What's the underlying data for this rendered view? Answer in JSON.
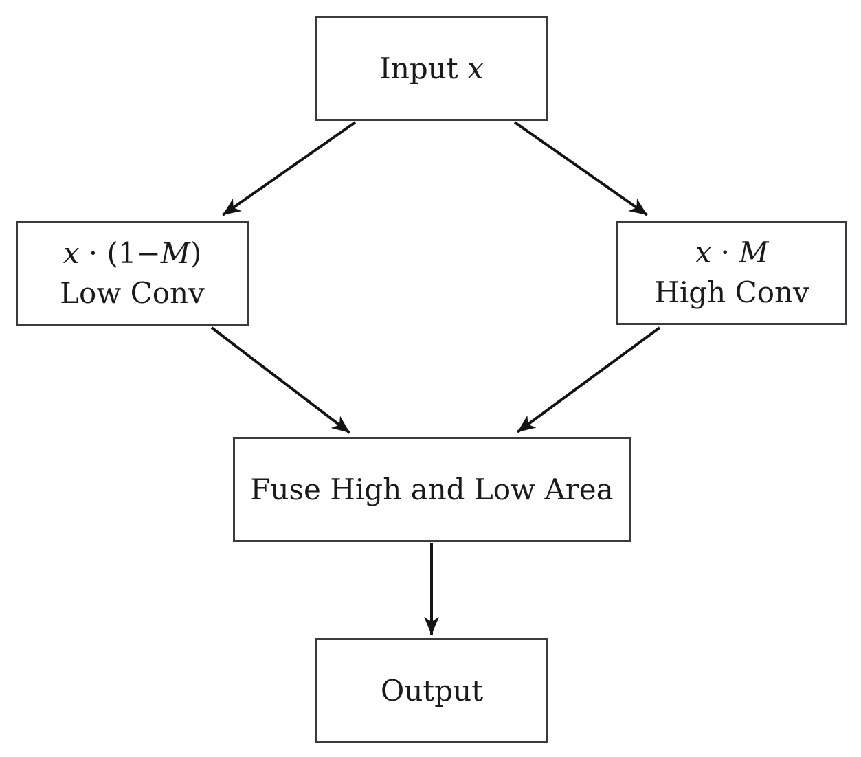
{
  "diagram": {
    "background_color": "#ffffff",
    "box_border_color": "#3b3b3b",
    "arrow_color": "#141414",
    "nodes": {
      "input": {
        "plain": "Input",
        "math": "x"
      },
      "low": {
        "math_x": "x",
        "op": " · (1−",
        "math_M": "M",
        "close": ")",
        "label": "Low Conv"
      },
      "high": {
        "math_x": "x",
        "op": " · ",
        "math_M": "M",
        "label": "High Conv"
      },
      "fuse": {
        "label": "Fuse High and Low Area"
      },
      "output": {
        "label": "Output"
      }
    },
    "edges": [
      "input-to-low",
      "input-to-high",
      "low-to-fuse",
      "high-to-fuse",
      "fuse-to-output"
    ]
  }
}
